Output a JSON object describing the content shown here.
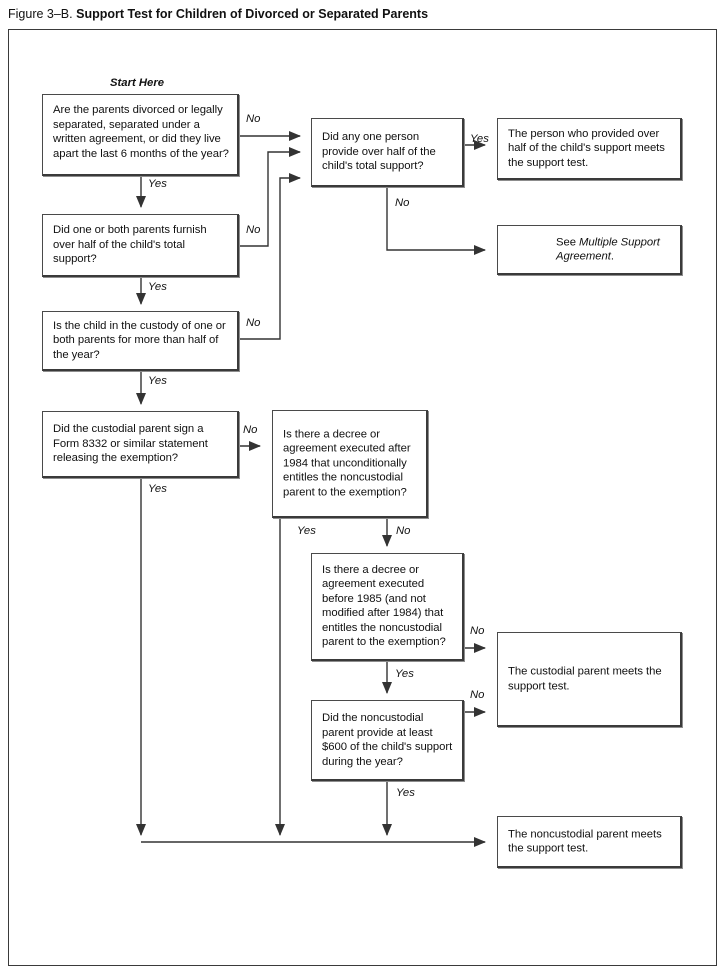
{
  "figure": {
    "label": "Figure 3–B.",
    "name": "Support Test for Children of Divorced or Separated Parents"
  },
  "start_marker": {
    "label": "Start Here"
  },
  "nodes": {
    "q1_divorced": {
      "text": "Are the parents divorced or legally separated, separated under a written agreement, or did they live apart the last 6 months of the year?"
    },
    "q2_parents_half": {
      "text": "Did one or both parents furnish over half of the child's total support?"
    },
    "q3_custody": {
      "text": "Is the child in the custody of one or both parents for more than half of the year?"
    },
    "q4_form8332": {
      "text": "Did the custodial parent sign a Form 8332 or similar statement releasing the exemption?"
    },
    "q5_any_one_person": {
      "text": "Did any one person provide over half of the child's total support?"
    },
    "q6_decree_after_1984": {
      "text": "Is there a decree or agreement executed after 1984 that unconditionally entitles the noncustodial parent to the exemption?"
    },
    "q7_decree_before_1985": {
      "text": "Is there a decree or agreement executed before 1985 (and not modified after 1984) that entitles the noncustodial parent to the exemption?"
    },
    "q8_600_support": {
      "text": "Did the noncustodial parent provide at least $600 of the child's support during the year?"
    },
    "r1_person_meets": {
      "text": "The person who provided over half of the child's support meets the support test."
    },
    "r2_multiple_support": {
      "text_prefix": "See ",
      "text_italic": "Multiple Support Agreement",
      "text_suffix": "."
    },
    "r3_custodial_meets": {
      "text": "The custodial parent meets the support test."
    },
    "r4_noncustodial_meets": {
      "text": "The noncustodial parent meets the support test."
    }
  },
  "edge_labels": {
    "q1_no": "No",
    "q1_yes": "Yes",
    "q2_no": "No",
    "q2_yes": "Yes",
    "q3_no": "No",
    "q3_yes": "Yes",
    "q4_no": "No",
    "q4_yes": "Yes",
    "q5_yes": "Yes",
    "q5_no": "No",
    "q6_yes": "Yes",
    "q6_no": "No",
    "q7_no": "No",
    "q7_yes": "Yes",
    "q8_no": "No",
    "q8_yes": "Yes"
  },
  "colors": {
    "line": "#3a3a3a",
    "box_border": "#3a3a3a",
    "shadow": "#8d8d8d",
    "text": "#111111",
    "background": "#ffffff"
  }
}
